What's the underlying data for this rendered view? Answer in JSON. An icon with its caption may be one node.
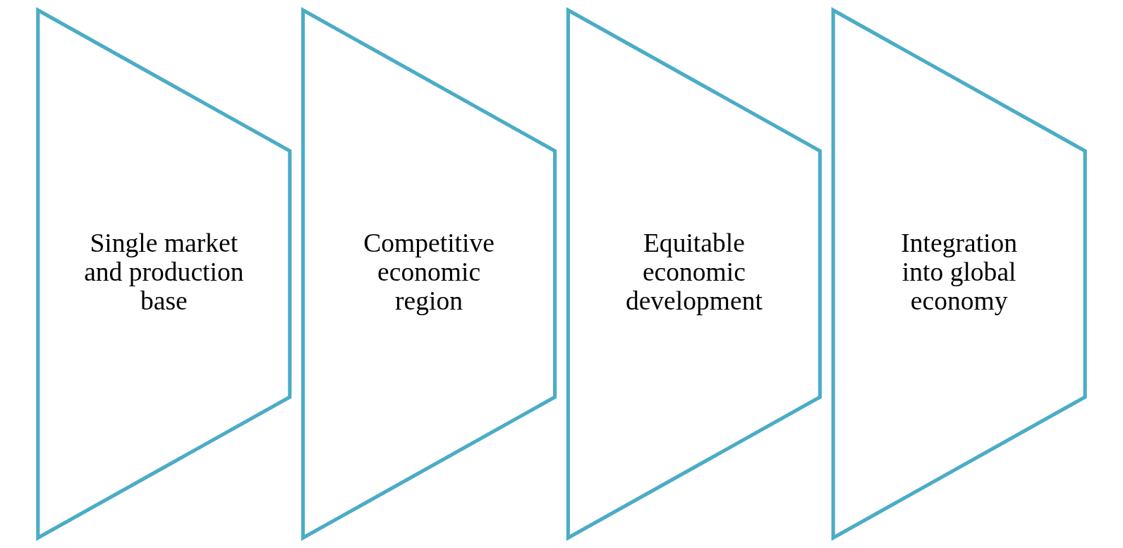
{
  "diagram": {
    "nodes": [
      {
        "text": [
          "Single market and production base"
        ]
      },
      {
        "text": [
          "Competitive economic region"
        ]
      },
      {
        "text": [
          "Equitable economic development"
        ]
      },
      {
        "text": [
          "Integration into global economy"
        ]
      }
    ]
  }
}
